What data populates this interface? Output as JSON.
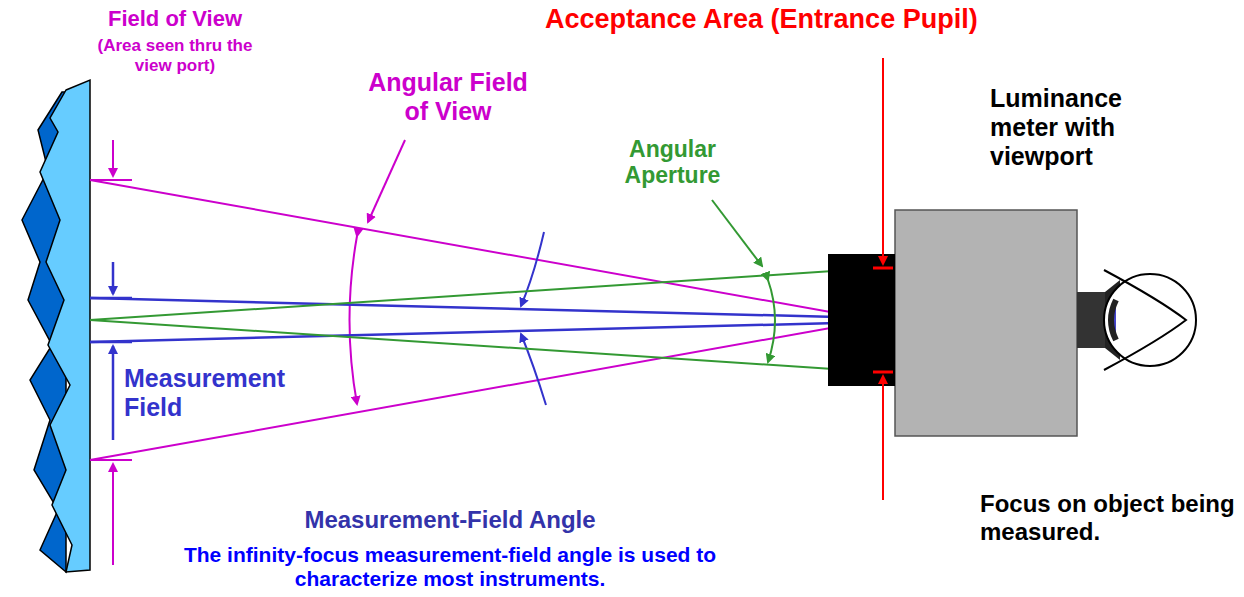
{
  "diagram": {
    "labels": [
      "Field of View",
      "(Area seen thru the view port)",
      "Angular Field of View",
      "Angular Aperture",
      "Acceptance Area (Entrance Pupil)",
      "Luminance meter with viewport",
      "Measurement Field",
      "Measurement-Field Angle",
      "The infinity-focus measurement-field angle is used to characterize most instruments.",
      "Focus on object being measured."
    ]
  }
}
